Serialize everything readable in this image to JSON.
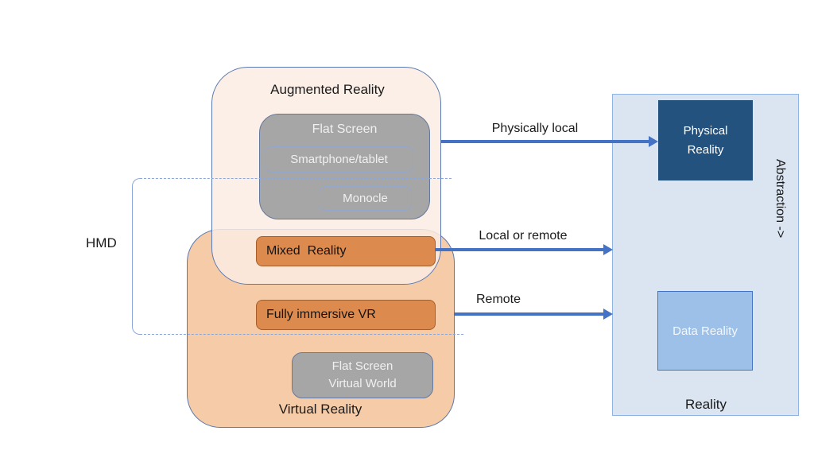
{
  "colors": {
    "accent": "#4472C4",
    "outline_blue": "#5B79AE",
    "dash_blue": "#8BA6D9",
    "orange_fill": "#DD8A4E",
    "orange_border": "#A85D28",
    "gray_fill": "#A6A6A6",
    "gray_border": "#64799F",
    "gray_border_light": "#93A6CB",
    "gray_text": "#F0F0F0",
    "dark_blue": "#24527E",
    "mid_blue": "#9CC0E8",
    "panel_fill": "#DBE5F1",
    "panel_border": "#8EB4E3",
    "ar_fill": "#FCECE3",
    "vr_fill": "#F6CBA8"
  },
  "augmented_reality": {
    "label": "Augmented Reality",
    "flat_screen": {
      "label": "Flat Screen",
      "children": {
        "smartphone": "Smartphone/tablet",
        "monocle": "Monocle"
      }
    }
  },
  "virtual_reality": {
    "label": "Virtual Reality",
    "mixed_reality": "Mixed  Reality",
    "fully_immersive": "Fully immersive VR",
    "flat_screen_virtual_world": {
      "lines": [
        "Flat Screen",
        "Virtual World"
      ]
    }
  },
  "hmd": {
    "label": "HMD"
  },
  "arrows": [
    {
      "label": "Physically local"
    },
    {
      "label": "Local or remote"
    },
    {
      "label": "Remote"
    }
  ],
  "reality_panel": {
    "label": "Reality",
    "physical_reality": {
      "lines": [
        "Physical",
        "Reality"
      ]
    },
    "data_reality": "Data Reality",
    "abstraction_axis": "Abstraction ->"
  }
}
